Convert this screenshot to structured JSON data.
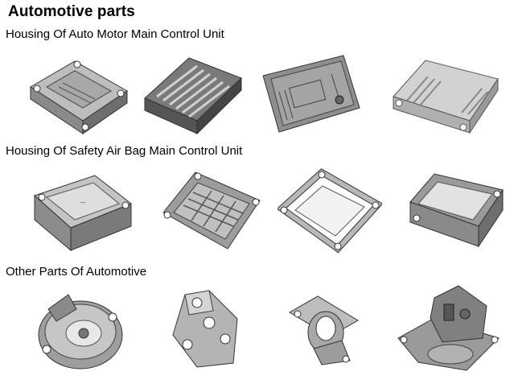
{
  "page": {
    "title": "Automotive parts"
  },
  "sections": [
    {
      "heading": "Housing Of Auto Motor Main Control Unit",
      "items": [
        "motor-unit-housing-1",
        "motor-unit-housing-2",
        "motor-unit-housing-3",
        "motor-unit-housing-4"
      ]
    },
    {
      "heading": "Housing Of Safety Air Bag Main Control Unit",
      "items": [
        "airbag-unit-housing-1",
        "airbag-unit-housing-2",
        "airbag-unit-housing-3",
        "airbag-unit-housing-4"
      ]
    },
    {
      "heading": "Other Parts Of Automotive",
      "items": [
        "automotive-part-1",
        "automotive-part-2",
        "automotive-part-3",
        "automotive-part-4"
      ]
    }
  ],
  "colors": {
    "metal_light": "#c9c9c9",
    "metal_mid": "#9a9a9a",
    "metal_dark": "#5a5a5a",
    "outline": "#3a3a3a"
  }
}
